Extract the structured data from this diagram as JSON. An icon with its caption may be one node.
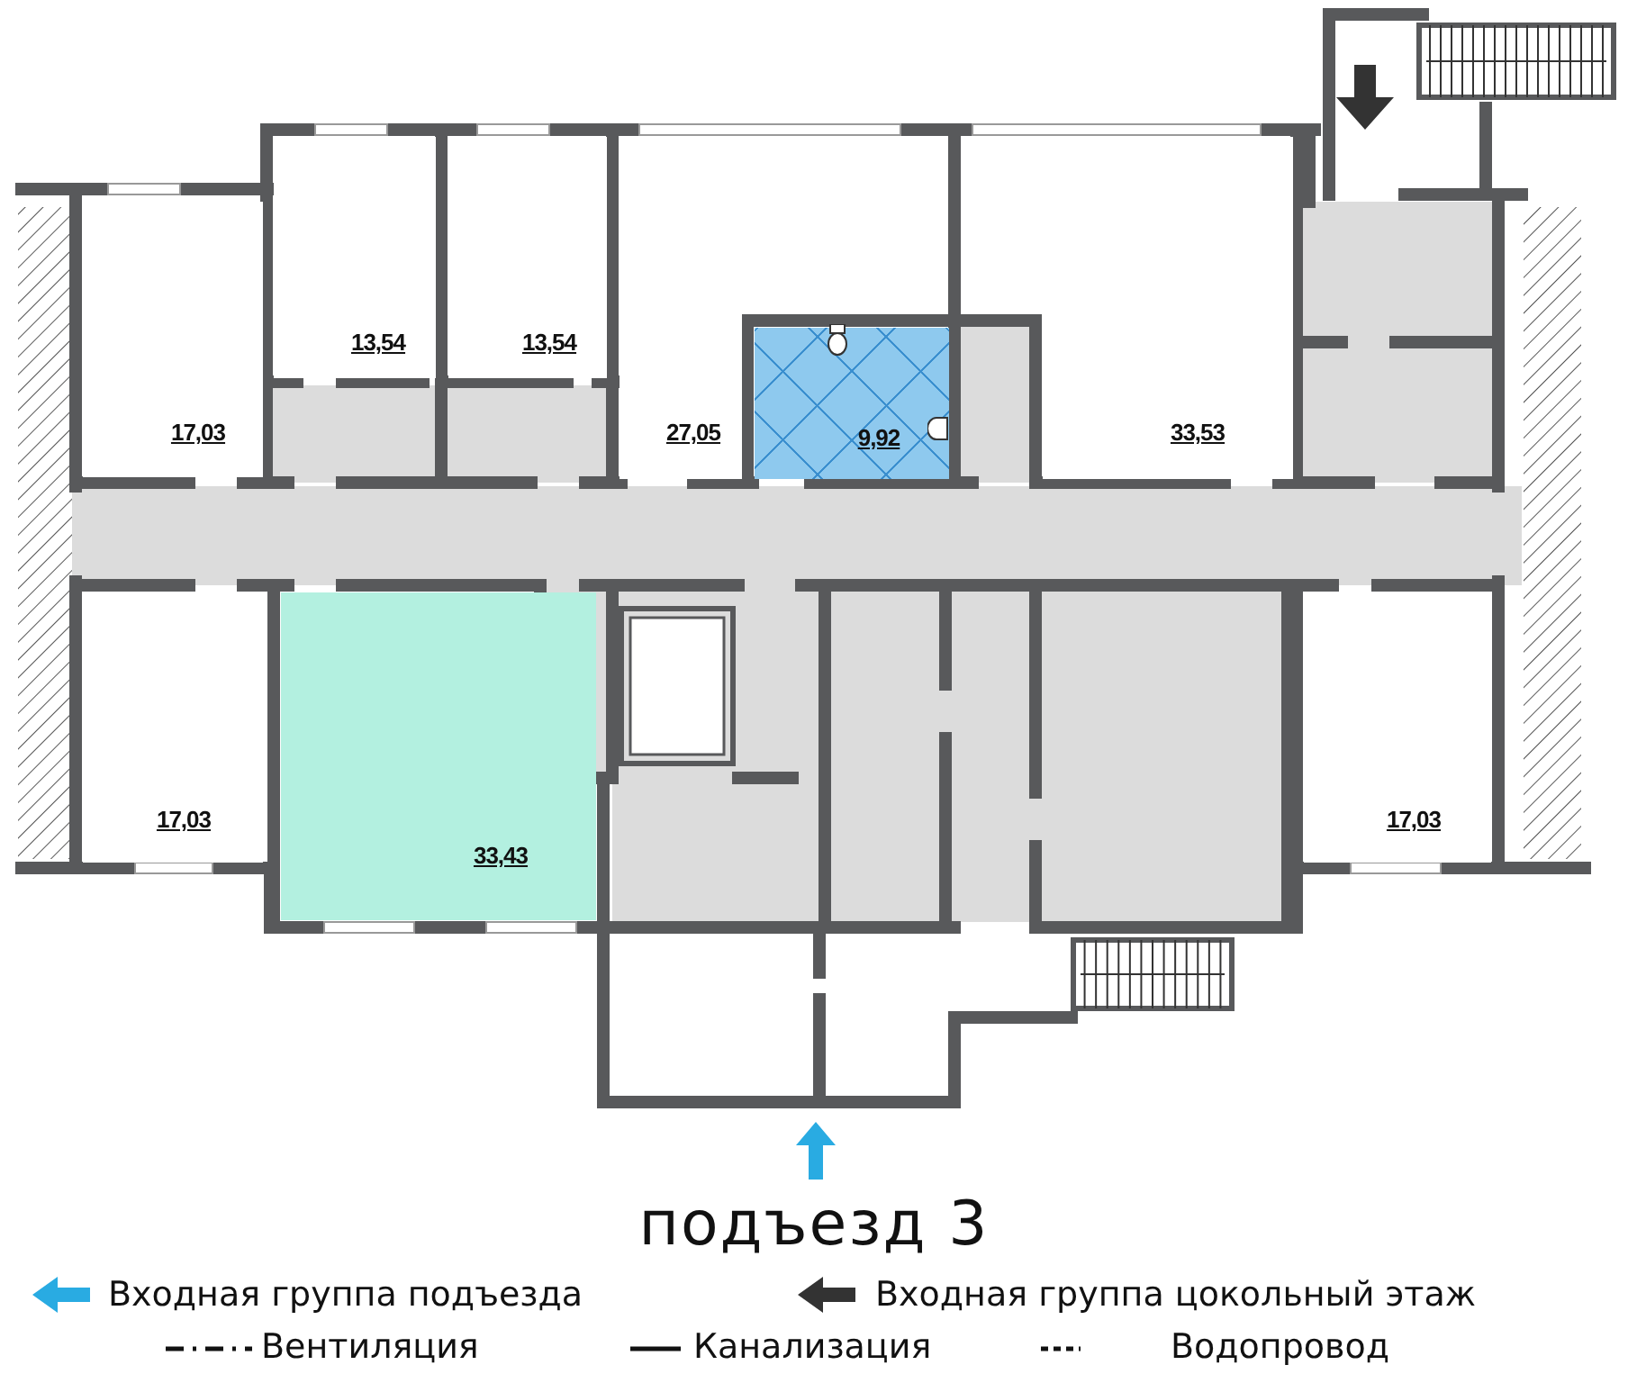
{
  "diagram": {
    "title": "подъезд 3",
    "nodes": [
      {
        "text": [
          "17,03"
        ]
      },
      {
        "text": [
          "13,54"
        ]
      },
      {
        "text": [
          "13,54"
        ]
      },
      {
        "text": [
          "27,05"
        ]
      },
      {
        "text": [
          "9,92"
        ]
      },
      {
        "text": [
          "33,53"
        ]
      },
      {
        "text": [
          "17,03"
        ]
      },
      {
        "text": [
          "33,43"
        ]
      },
      {
        "text": [
          "17,03"
        ]
      }
    ],
    "legend": [
      {
        "text": "Входная группа подъезда"
      },
      {
        "text": "Входная группа цокольный этаж"
      },
      {
        "text": "Вентиляция"
      },
      {
        "text": "Канализация"
      },
      {
        "text": "Водопровод"
      }
    ]
  }
}
